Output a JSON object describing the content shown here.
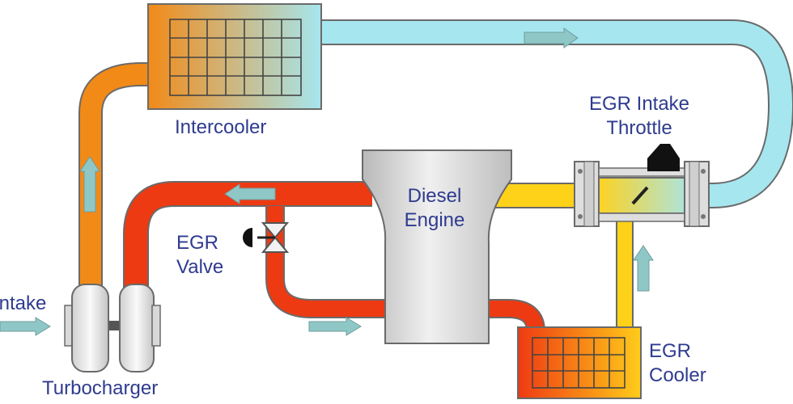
{
  "labels": {
    "intercooler": "Intercooler",
    "egr_intake_throttle_line1": "EGR Intake",
    "egr_intake_throttle_line2": "Throttle",
    "diesel_engine_line1": "Diesel",
    "diesel_engine_line2": "Engine",
    "egr_valve_line1": "EGR",
    "egr_valve_line2": "Valve",
    "intake": "Intake",
    "turbocharger": "Turbocharger",
    "egr_cooler_line1": "EGR",
    "egr_cooler_line2": "Cooler"
  },
  "colors": {
    "label_text": "#2f3b8f",
    "hot_pipe": "#ee3a12",
    "cold_pipe": "#a6e6ef",
    "warm_pipe": "#f28a17",
    "mixed_pipe": "#ffd21a",
    "arrow": "#8fc7c7",
    "outline": "#6a6a6a",
    "engine_gray": "#d4d4d4"
  }
}
